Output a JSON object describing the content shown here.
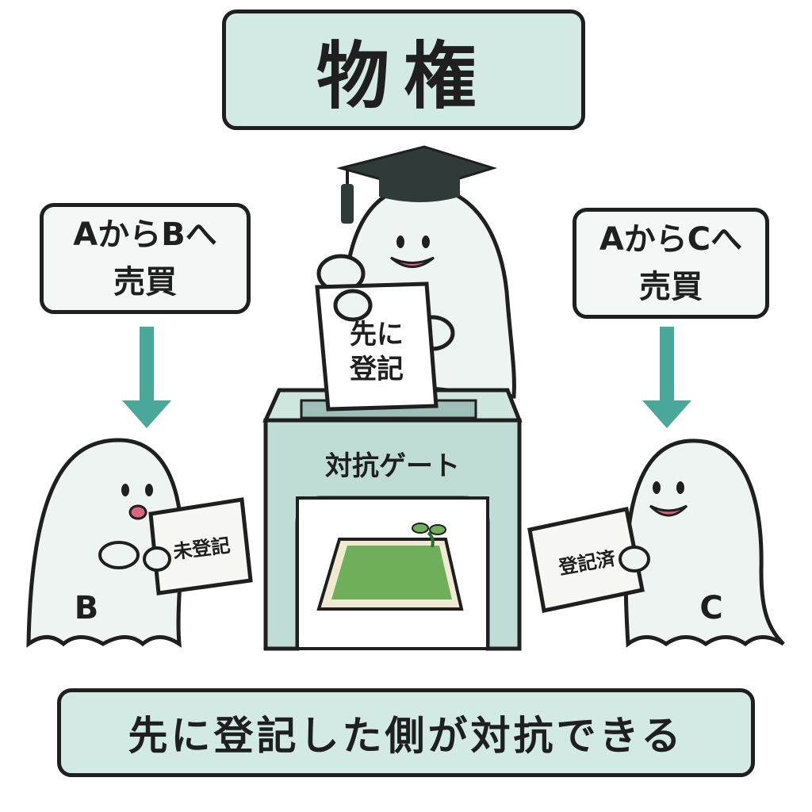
{
  "title": "物権",
  "sale_left": {
    "line1": "AからBへ",
    "line2": "売買"
  },
  "sale_right": {
    "line1": "AからCへ",
    "line2": "売買"
  },
  "scholar_paper": {
    "line1": "先に",
    "line2": "登記"
  },
  "gate_label": "対抗ゲート",
  "ghost_b": {
    "card": "未登記",
    "letter": "B"
  },
  "ghost_c": {
    "card": "登記済",
    "letter": "C"
  },
  "conclusion": "先に登記した側が対抗できる",
  "colors": {
    "panel_mint": "#d3e9e4",
    "arrow_teal": "#4aa89a",
    "gate_teal": "#bfddd6",
    "land_green": "#6fae5a",
    "ghost_white": "#eef4f2"
  }
}
